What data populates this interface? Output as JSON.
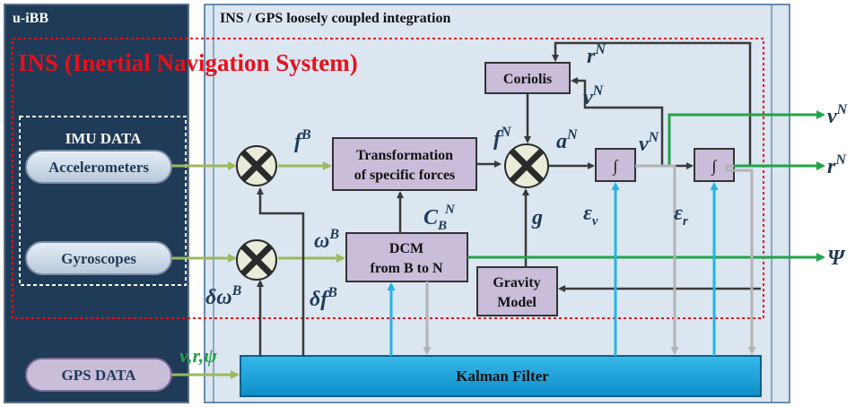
{
  "panels": {
    "left_title": "u-iBB",
    "right_title": "INS / GPS loosely coupled integration"
  },
  "ins_label": "INS (Inertial Navigation System)",
  "imu": {
    "title": "IMU DATA",
    "accelerometers": "Accelerometers",
    "gyroscopes": "Gyroscopes"
  },
  "gps": {
    "label": "GPS DATA",
    "measurements": "v,r,ψ"
  },
  "blocks": {
    "coriolis": "Coriolis",
    "transformation_line1": "Transformation",
    "transformation_line2": "of specific forces",
    "dcm_line1": "DCM",
    "dcm_line2": "from B to N",
    "gravity_line1": "Gravity",
    "gravity_line2": "Model",
    "kalman": "Kalman Filter",
    "integrator": "∫"
  },
  "signals": {
    "fB_base": "f",
    "fB_sup": "B",
    "fN_base": "f",
    "fN_sup": "N",
    "aN_base": "a",
    "aN_sup": "N",
    "vN_base": "v",
    "vN_sup": "N",
    "rN_base": "r",
    "rN_sup": "N",
    "omegaB_base": "ω",
    "omegaB_sup": "B",
    "domegaB_base": "δω",
    "domegaB_sup": "B",
    "dfB_base": "δf",
    "dfB_sup": "B",
    "CBN_base": "C",
    "CBN_sub": "B",
    "CBN_sup": "N",
    "g": "g",
    "eps_base": "ε",
    "eps_v_sub": "v",
    "eps_r_sub": "r",
    "psi": "Ψ"
  },
  "colors": {
    "dark_panel": "#1f3b57",
    "light_panel": "#dbe6f1",
    "block_fill": "#c9bdd9",
    "kalman_fill": "#1aa3dc",
    "ins_red": "#e8101a",
    "olive_arrow": "#9bb85a",
    "green_arrow": "#22a34a",
    "blue_arrow": "#20b5ef",
    "gray_arrow": "#b3b3b3",
    "dark_arrow": "#3a3a3a"
  }
}
